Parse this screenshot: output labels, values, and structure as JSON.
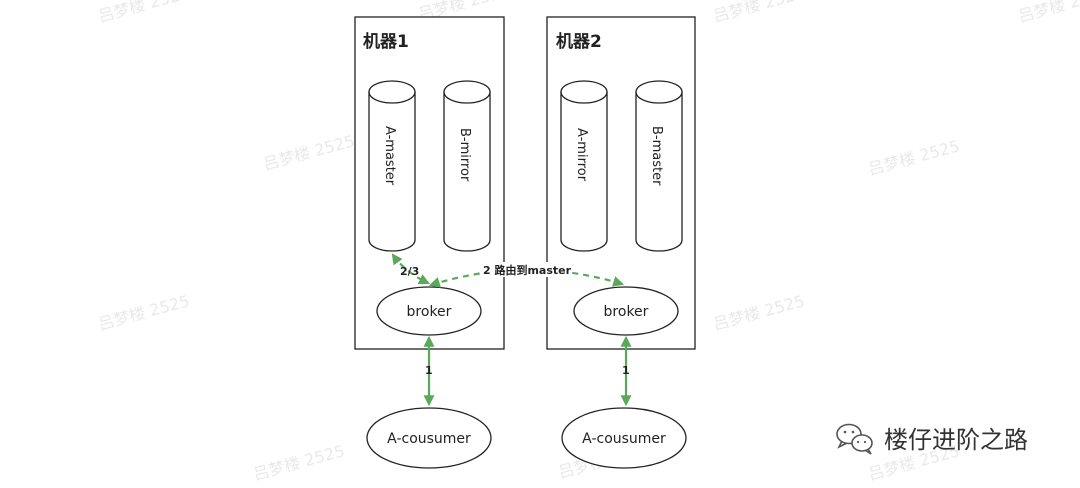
{
  "machines": [
    {
      "title": "机器1",
      "cylinders": [
        "A-master",
        "B-mirror"
      ],
      "broker": "broker",
      "consumer": "A-cousumer",
      "link_label": "1"
    },
    {
      "title": "机器2",
      "cylinders": [
        "A-mirror",
        "B-master"
      ],
      "broker": "broker",
      "consumer": "A-cousumer",
      "link_label": "1"
    }
  ],
  "edges": {
    "master_to_broker": "2/3",
    "route_label": "2 路由到master"
  },
  "brand": {
    "text": "楼仔进阶之路",
    "icon": "wechat-icon"
  },
  "watermark": {
    "text": "吕梦楼 2525"
  },
  "colors": {
    "arrow": "#5aa95a",
    "stroke": "#222222"
  }
}
